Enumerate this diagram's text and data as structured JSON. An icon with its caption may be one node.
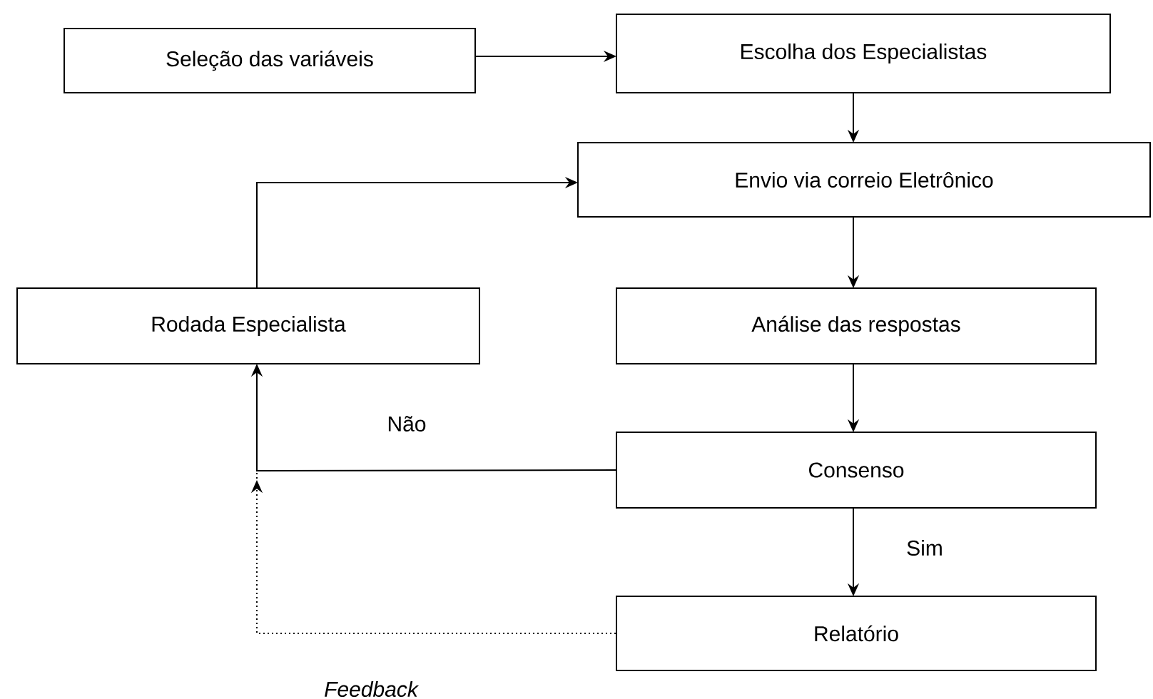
{
  "diagram": {
    "nodes": [
      {
        "text": [
          "Seleção das variáveis"
        ]
      },
      {
        "text": [
          "Escolha dos Especialistas"
        ]
      },
      {
        "text": [
          "Envio via correio Eletrônico"
        ]
      },
      {
        "text": [
          "Rodada  Especialista"
        ]
      },
      {
        "text": [
          "Análise das respostas"
        ]
      },
      {
        "text": [
          "Consenso"
        ]
      },
      {
        "text": [
          "Relatório"
        ]
      }
    ],
    "edges": [
      {
        "from": 0,
        "to": 1,
        "arrow": "to"
      },
      {
        "from": 1,
        "to": 2,
        "arrow": "to"
      },
      {
        "from": 2,
        "to": 4,
        "arrow": "to"
      },
      {
        "from": 4,
        "to": 5,
        "arrow": "to"
      },
      {
        "from": 5,
        "to": 3,
        "arrow": "to",
        "label": "Não"
      },
      {
        "from": 5,
        "to": 6,
        "arrow": "to",
        "label": "Sim"
      },
      {
        "from": 6,
        "to": 3,
        "arrow": "to",
        "label": "Feedback",
        "style": "dashed"
      },
      {
        "from": 3,
        "to": 2,
        "arrow": "to"
      }
    ]
  }
}
